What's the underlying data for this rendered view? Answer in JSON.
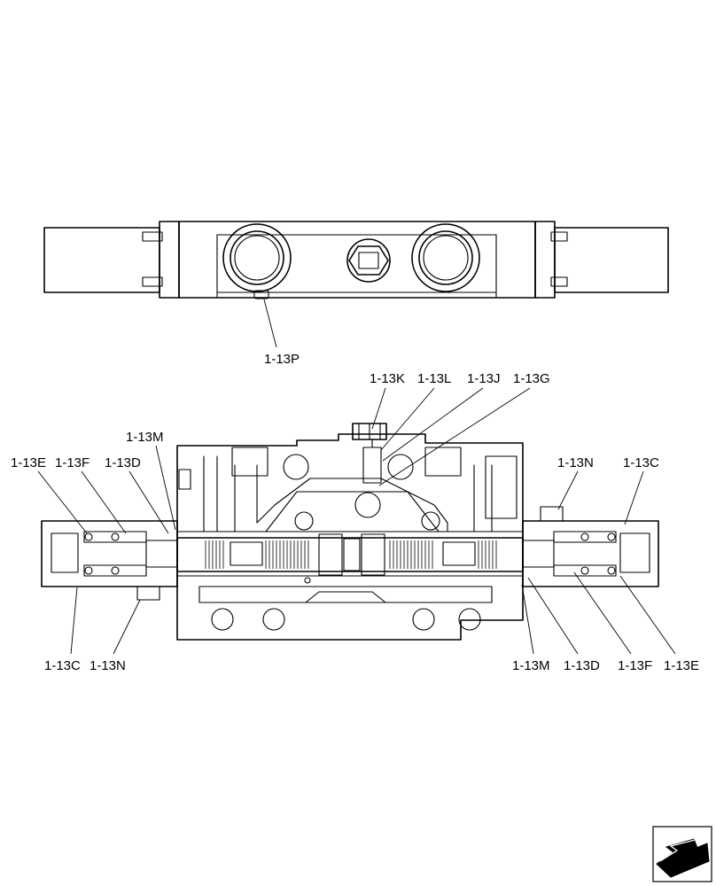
{
  "labels": {
    "p": "1-13P",
    "k": "1-13K",
    "l": "1-13L",
    "j": "1-13J",
    "g": "1-13G",
    "m_left": "1-13M",
    "e_left": "1-13E",
    "f_left": "1-13F",
    "d_left": "1-13D",
    "n_right": "1-13N",
    "c_right": "1-13C",
    "c_left": "1-13C",
    "n_left": "1-13N",
    "m_right": "1-13M",
    "d_right": "1-13D",
    "f_right": "1-13F",
    "e_right": "1-13E"
  },
  "icons": {
    "navigation": "arrow-icon"
  }
}
